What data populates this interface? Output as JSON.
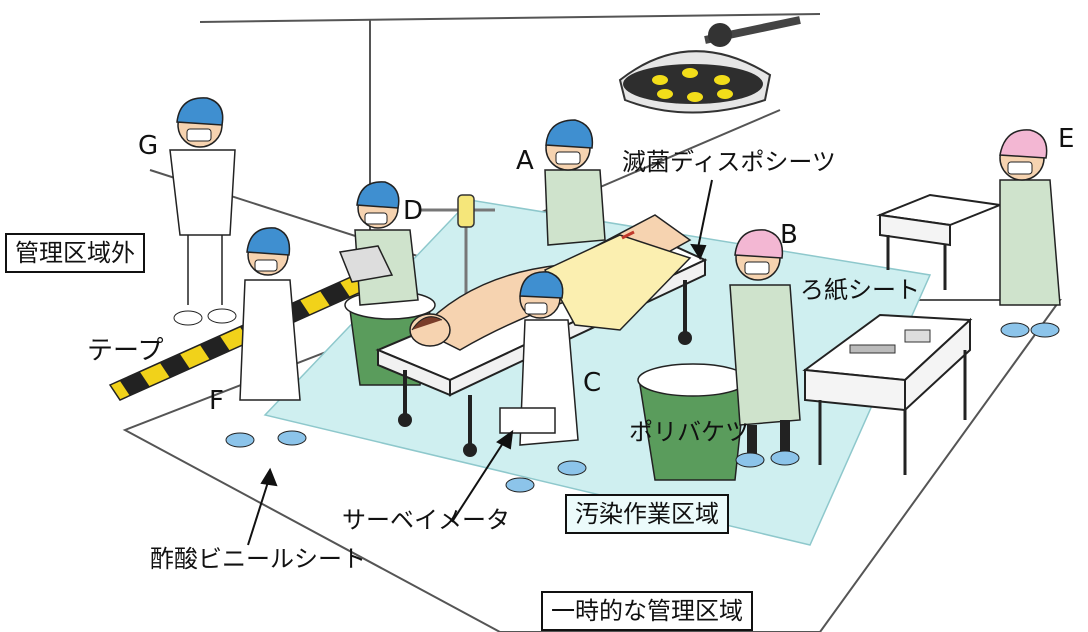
{
  "labels": {
    "zone_outside": "管理区域外",
    "tape": "テープ",
    "sterile_sheet": "滅菌ディスポシーツ",
    "filter_paper_sheet": "ろ紙シート",
    "poly_bucket": "ポリバケツ",
    "survey_meter": "サーベイメータ",
    "contaminated_zone": "汚染作業区域",
    "vinyl_sheet": "酢酸ビニールシート",
    "temp_zone": "一時的な管理区域"
  },
  "persons": {
    "A": "A",
    "B": "B",
    "C": "C",
    "D": "D",
    "E": "E",
    "F": "F",
    "G": "G"
  },
  "colors": {
    "mat": "#cfeff0",
    "gown_green": "#cfe3cc",
    "cap_blue": "#3f8fd0",
    "cap_pink": "#f3b7d3",
    "shoe_blue": "#8cc4ea",
    "bin_green": "#5a9c5c",
    "lamp_yellow": "#f2dd1a",
    "tape_yellow": "#f1d21a",
    "body_skin": "#f6d3b0",
    "towel_yellow": "#fbefb0"
  }
}
